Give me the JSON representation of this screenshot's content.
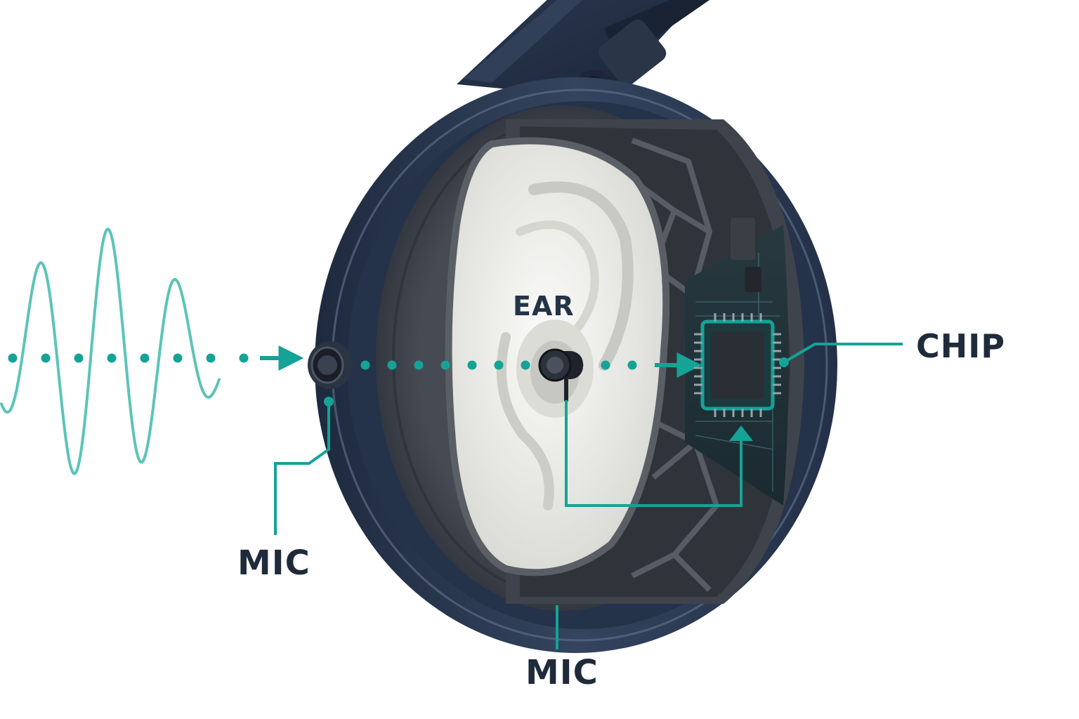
{
  "labels": {
    "ear": "EAR",
    "chip": "CHIP",
    "mic_outer": "MIC",
    "mic_inner": "MIC"
  },
  "colors": {
    "accent": "#14a396",
    "wave": "#5cc4b8",
    "shell": "#2b3a52",
    "shell_dark": "#1c2638",
    "cushion": "#3a3f48",
    "frame": "#4a4f57",
    "ear": "#f1f1ee",
    "pcb": "#1f3238",
    "text": "#1f2b3a"
  },
  "icons": [
    "sound-wave-icon",
    "outer-mic-icon",
    "inner-mic-icon",
    "chip-icon",
    "arrow-right-icon",
    "arrow-up-icon"
  ]
}
